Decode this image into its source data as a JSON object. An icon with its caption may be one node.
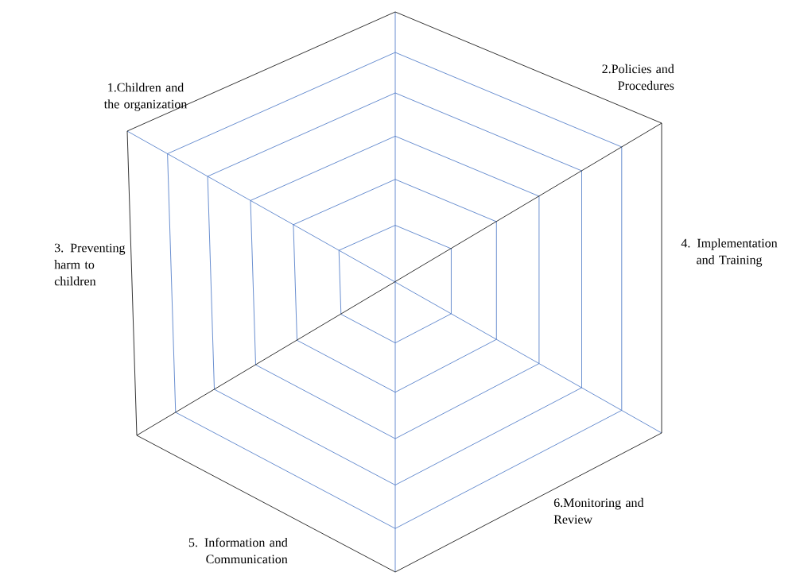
{
  "diagram": {
    "labels": [
      "1.Children and the organization",
      "2.Policies and Procedures",
      "3. Preventing harm to children",
      "4. Implementation and Training",
      "5. Information and Communication",
      "6.Monitoring and Review"
    ]
  }
}
